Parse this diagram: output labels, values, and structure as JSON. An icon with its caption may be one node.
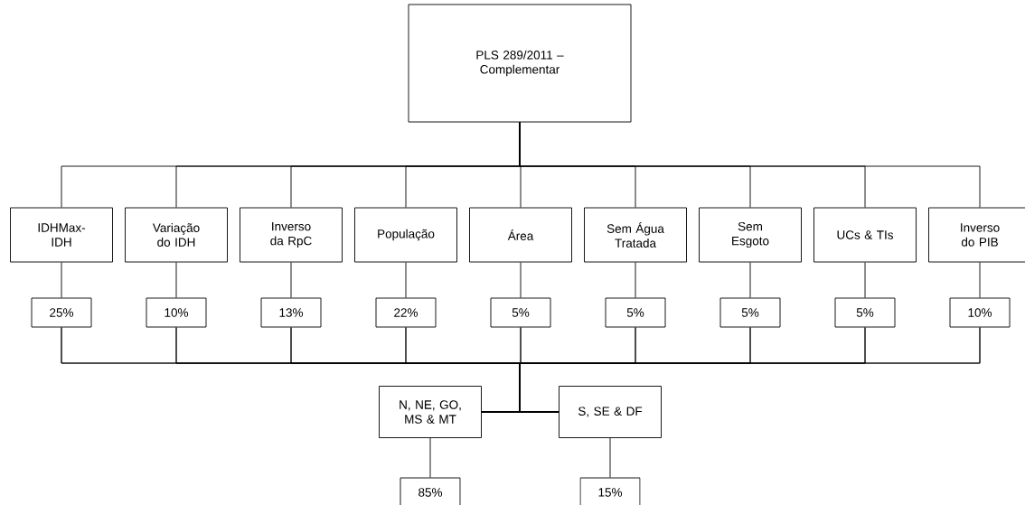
{
  "diagram": {
    "nodes": [
      {
        "text": [
          "PLS 289/2011 – Complementar"
        ]
      },
      {
        "text": [
          "IDHMax- IDH"
        ]
      },
      {
        "text": [
          "Variação do IDH"
        ]
      },
      {
        "text": [
          "Inverso da RpC"
        ]
      },
      {
        "text": [
          "População"
        ]
      },
      {
        "text": [
          "Área"
        ]
      },
      {
        "text": [
          "Sem Água Tratada"
        ]
      },
      {
        "text": [
          "Sem Esgoto"
        ]
      },
      {
        "text": [
          "UCs & TIs"
        ]
      },
      {
        "text": [
          "Inverso do PIB"
        ]
      },
      {
        "text": [
          "25%"
        ]
      },
      {
        "text": [
          "10%"
        ]
      },
      {
        "text": [
          "13%"
        ]
      },
      {
        "text": [
          "22%"
        ]
      },
      {
        "text": [
          "5%"
        ]
      },
      {
        "text": [
          "5%"
        ]
      },
      {
        "text": [
          "5%"
        ]
      },
      {
        "text": [
          "5%"
        ]
      },
      {
        "text": [
          "10%"
        ]
      },
      {
        "text": [
          "N, NE, GO, MS & MT"
        ]
      },
      {
        "text": [
          "S, SE & DF"
        ]
      },
      {
        "text": [
          "85%"
        ]
      },
      {
        "text": [
          "15%"
        ]
      }
    ],
    "edges": [
      {
        "from": 0,
        "to": 1,
        "arrow": "none"
      },
      {
        "from": 0,
        "to": 2,
        "arrow": "none"
      },
      {
        "from": 0,
        "to": 3,
        "arrow": "none"
      },
      {
        "from": 0,
        "to": 4,
        "arrow": "none"
      },
      {
        "from": 0,
        "to": 5,
        "arrow": "none"
      },
      {
        "from": 0,
        "to": 6,
        "arrow": "none"
      },
      {
        "from": 0,
        "to": 7,
        "arrow": "none"
      },
      {
        "from": 0,
        "to": 8,
        "arrow": "none"
      },
      {
        "from": 0,
        "to": 9,
        "arrow": "none"
      },
      {
        "from": 1,
        "to": 10,
        "arrow": "none"
      },
      {
        "from": 2,
        "to": 11,
        "arrow": "none"
      },
      {
        "from": 3,
        "to": 12,
        "arrow": "none"
      },
      {
        "from": 4,
        "to": 13,
        "arrow": "none"
      },
      {
        "from": 5,
        "to": 14,
        "arrow": "none"
      },
      {
        "from": 6,
        "to": 15,
        "arrow": "none"
      },
      {
        "from": 7,
        "to": 16,
        "arrow": "none"
      },
      {
        "from": 8,
        "to": 17,
        "arrow": "none"
      },
      {
        "from": 9,
        "to": 18,
        "arrow": "none"
      },
      {
        "from": 10,
        "to": 19,
        "arrow": "none"
      },
      {
        "from": 11,
        "to": 19,
        "arrow": "none"
      },
      {
        "from": 12,
        "to": 19,
        "arrow": "none"
      },
      {
        "from": 13,
        "to": 19,
        "arrow": "none"
      },
      {
        "from": 14,
        "to": 19,
        "arrow": "none"
      },
      {
        "from": 15,
        "to": 19,
        "arrow": "none"
      },
      {
        "from": 16,
        "to": 19,
        "arrow": "none"
      },
      {
        "from": 17,
        "to": 19,
        "arrow": "none"
      },
      {
        "from": 18,
        "to": 19,
        "arrow": "none"
      },
      {
        "from": 10,
        "to": 20,
        "arrow": "none"
      },
      {
        "from": 11,
        "to": 20,
        "arrow": "none"
      },
      {
        "from": 12,
        "to": 20,
        "arrow": "none"
      },
      {
        "from": 13,
        "to": 20,
        "arrow": "none"
      },
      {
        "from": 14,
        "to": 20,
        "arrow": "none"
      },
      {
        "from": 15,
        "to": 20,
        "arrow": "none"
      },
      {
        "from": 16,
        "to": 20,
        "arrow": "none"
      },
      {
        "from": 17,
        "to": 20,
        "arrow": "none"
      },
      {
        "from": 18,
        "to": 20,
        "arrow": "none"
      },
      {
        "from": 19,
        "to": 21,
        "arrow": "none"
      },
      {
        "from": 20,
        "to": 22,
        "arrow": "none"
      }
    ]
  }
}
